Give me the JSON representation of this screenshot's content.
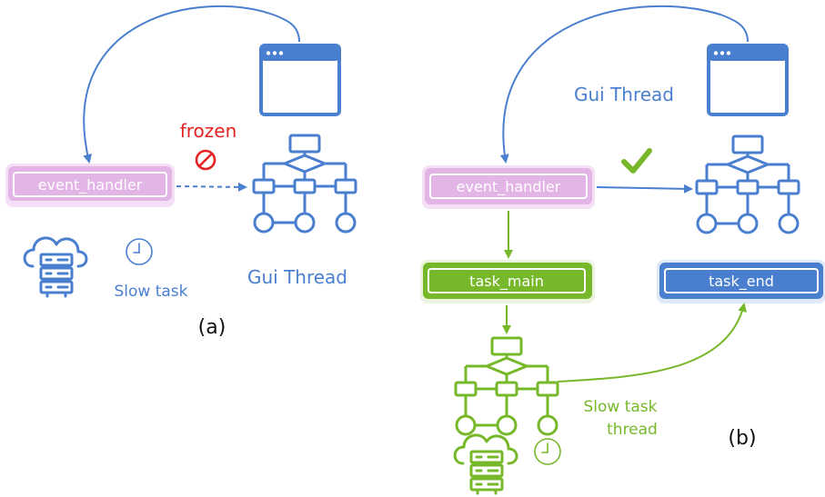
{
  "panel_a": {
    "event_box": "event_handler",
    "status_label": "frozen",
    "slow_label": "Slow task",
    "gui_label": "Gui Thread",
    "caption": "(a)"
  },
  "panel_b": {
    "event_box": "event_handler",
    "gui_label": "Gui Thread",
    "task_main": "task_main",
    "task_end": "task_end",
    "slow_thread_label_line1": "Slow task",
    "slow_thread_label_line2": "thread",
    "caption": "(b)"
  },
  "colors": {
    "blue": "#4a7fd0",
    "green": "#77b82a",
    "pink_fill": "#e3b4e6",
    "pink_border": "#f5dff6",
    "red": "#e62222"
  },
  "icons": [
    "browser-window-icon",
    "flowchart-icon",
    "cloud-server-icon",
    "clock-icon",
    "prohibited-icon",
    "checkmark-icon"
  ]
}
